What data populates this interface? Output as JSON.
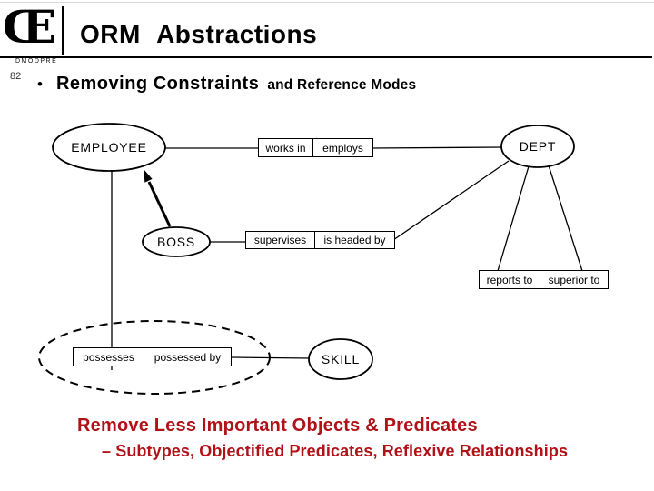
{
  "header": {
    "logo_glyph": "Œ",
    "logo_caption": "DMODPRE",
    "title": "ORM Abstractions",
    "slide_number": "82"
  },
  "heading": {
    "bullet": "•",
    "main": "Removing Constraints",
    "suffix": "and Reference Modes"
  },
  "diagram": {
    "employee": "EMPLOYEE",
    "dept": "DEPT",
    "boss": "BOSS",
    "skill": "SKILL",
    "works_in": {
      "left": "works in",
      "right": "employs"
    },
    "supervises": {
      "left": "supervises",
      "right": "is headed by"
    },
    "reports_to": {
      "left": "reports to",
      "right": "superior to"
    },
    "possesses": {
      "left": "possesses",
      "right": "possessed by"
    }
  },
  "footer": {
    "line1": "Remove Less Important Objects & Predicates",
    "line2": "– Subtypes, Objectified Predicates, Reflexive Relationships",
    "accent_color": "#B01218"
  }
}
